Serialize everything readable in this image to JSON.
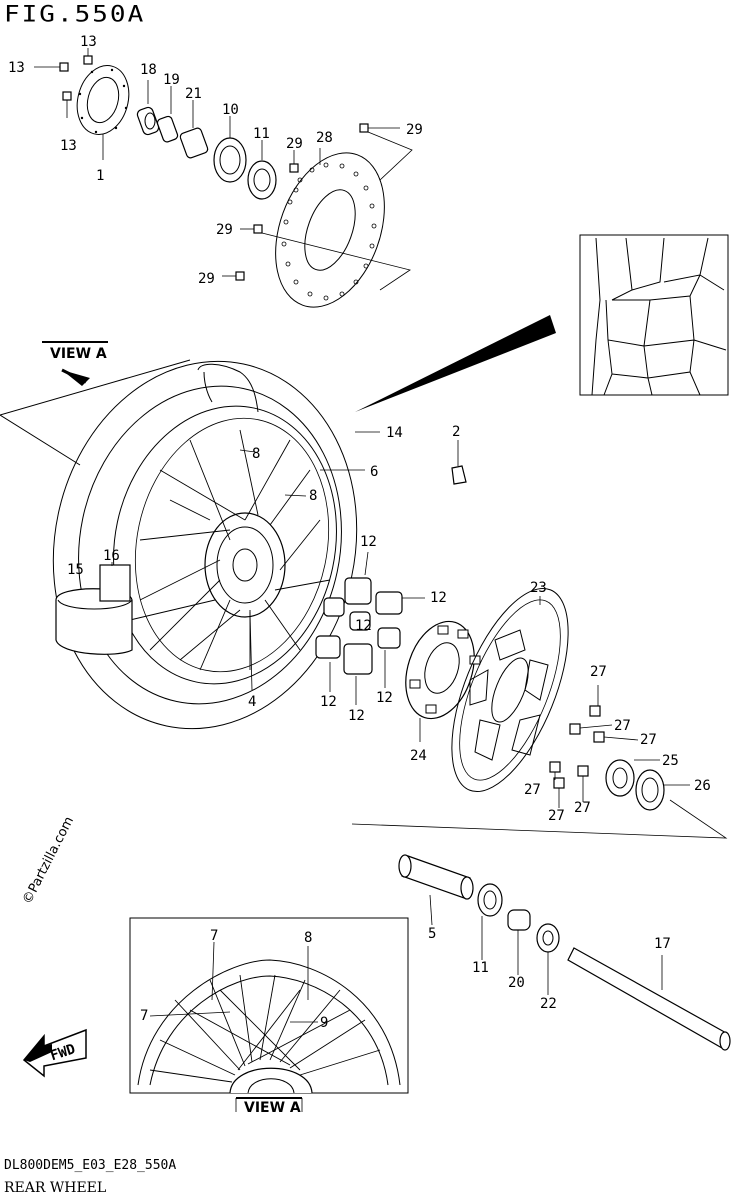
{
  "figure": {
    "title": "FIG.550A",
    "model_code": "DL800DEM5_E03_E28_550A",
    "section_name": "REAR WHEEL",
    "watermark": "©Partzilla.com"
  },
  "views": {
    "view_a_top": "VIEW A",
    "view_a_bottom": "VIEW A",
    "forward_badge": "FWD"
  },
  "callouts": {
    "c13a": "13",
    "c13b": "13",
    "c13c": "13",
    "c1": "1",
    "c18": "18",
    "c19": "19",
    "c21": "21",
    "c10": "10",
    "c11a": "11",
    "c28": "28",
    "c29a": "29",
    "c29b": "29",
    "c29c": "29",
    "c29d": "29",
    "c14": "14",
    "c6": "6",
    "c2": "2",
    "c8a": "8",
    "c8b": "8",
    "c16": "16",
    "c15": "15",
    "c4": "4",
    "c12a": "12",
    "c12b": "12",
    "c12c": "12",
    "c12d": "12",
    "c12e": "12",
    "c12f": "12",
    "c23": "23",
    "c24": "24",
    "c27a": "27",
    "c27b": "27",
    "c27c": "27",
    "c27d": "27",
    "c27e": "27",
    "c25": "25",
    "c26": "26",
    "c5": "5",
    "c11b": "11",
    "c20": "20",
    "c22": "22",
    "c17": "17",
    "c7a": "7",
    "c7b": "7",
    "c8c": "8",
    "c9": "9"
  }
}
